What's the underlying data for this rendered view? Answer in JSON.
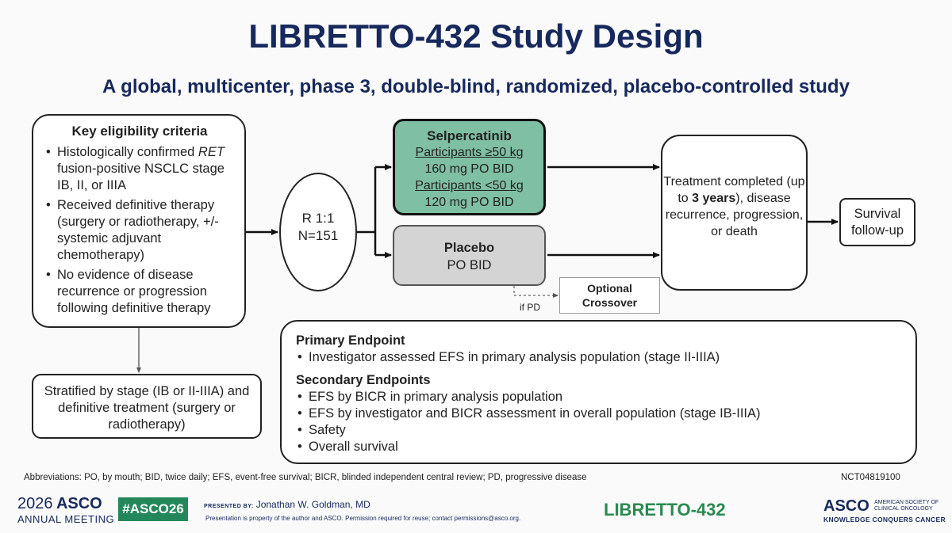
{
  "header": {
    "title": "LIBRETTO-432 Study Design",
    "subtitle": "A global, multicenter, phase 3, double-blind, randomized, placebo-controlled study"
  },
  "eligibility": {
    "title": "Key eligibility criteria",
    "item1_pre": "Histologically confirmed ",
    "item1_ital": "RET",
    "item1_post": " fusion-positive NSCLC stage IB, II, or IIIA",
    "item2": "Received definitive therapy (surgery or radiotherapy, +/- systemic adjuvant chemotherapy)",
    "item3": "No evidence of disease recurrence or progression following definitive therapy"
  },
  "stratification": "Stratified by stage (IB or II-IIIA) and definitive treatment (surgery or radiotherapy)",
  "randomization": {
    "ratio": "R 1:1",
    "n": "N=151"
  },
  "selpercatinib": {
    "title": "Selpercatinib",
    "group1": "Participants ≥50 kg",
    "dose1": "160 mg PO BID",
    "group2": "Participants <50 kg",
    "dose2": "120 mg PO BID"
  },
  "placebo": {
    "title": "Placebo",
    "dose": "PO BID"
  },
  "crossover": {
    "line1": "Optional",
    "line2": "Crossover",
    "condition": "if PD"
  },
  "treatment": {
    "pre": "Treatment completed (up to ",
    "bold": "3 years",
    "post": "), disease recurrence, progression, or death"
  },
  "survival": "Survival follow-up",
  "endpoints": {
    "primary_title": "Primary Endpoint",
    "primary": [
      "Investigator assessed EFS in primary analysis population (stage II-IIIA)"
    ],
    "secondary_title": "Secondary Endpoints",
    "secondary": [
      "EFS by BICR in primary analysis population",
      "EFS by investigator and BICR assessment in overall population (stage IB-IIIA)",
      "Safety",
      "Overall survival"
    ]
  },
  "abbreviations": "Abbreviations: PO, by mouth; BID, twice daily; EFS, event-free survival; BICR, blinded independent central review; PD, progressive disease",
  "nct": "NCT04819100",
  "footer": {
    "year": "2026",
    "asco": "ASCO",
    "meeting": "ANNUAL MEETING",
    "hashtag": "#ASCO26",
    "presented_by": "PRESENTED BY:",
    "presenter": "Jonathan W. Goldman, MD",
    "property": "Presentation is property of the author and ASCO. Permission required for reuse; contact permissions@asco.org.",
    "trial": "LIBRETTO-432",
    "society_line1": "AMERICAN SOCIETY OF",
    "society_line2": "CLINICAL ONCOLOGY",
    "tagline": "KNOWLEDGE CONQUERS CANCER"
  },
  "colors": {
    "navy": "#17295c",
    "teal": "#7fbfa4",
    "green": "#24875b",
    "gray": "#d4d4d4"
  }
}
